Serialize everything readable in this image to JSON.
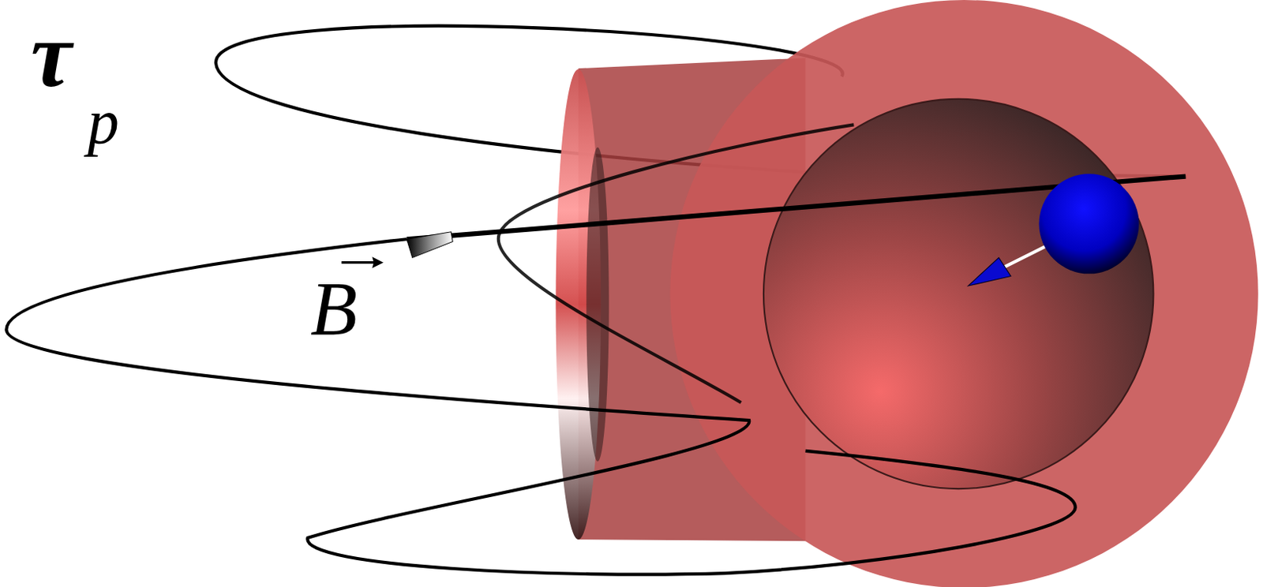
{
  "diagram": {
    "labels": [
      "τ",
      "p",
      "B"
    ]
  }
}
